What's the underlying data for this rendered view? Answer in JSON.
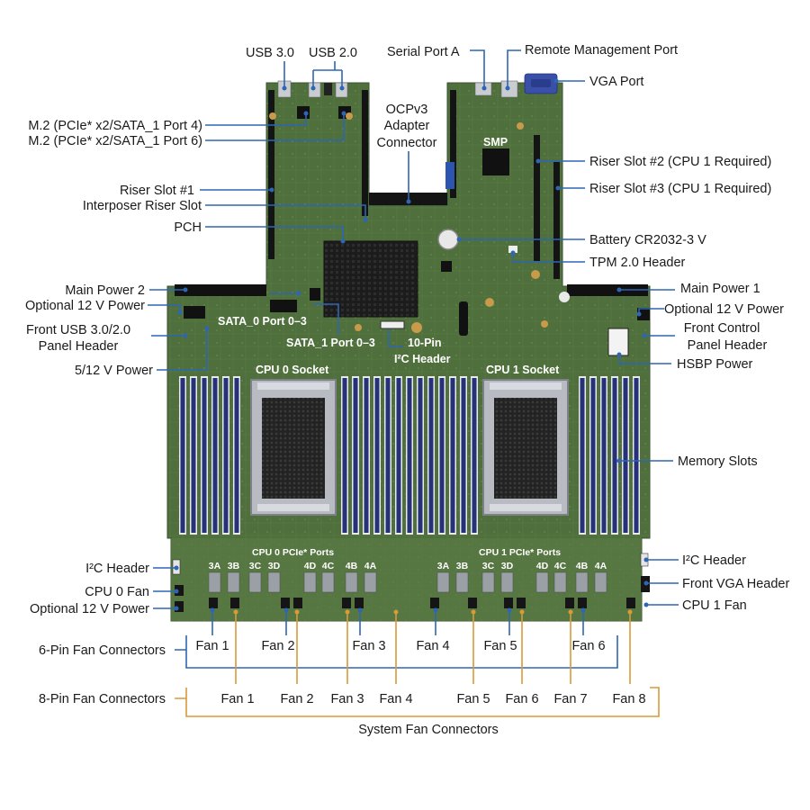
{
  "labels": {
    "usb30": "USB 3.0",
    "usb20": "USB 2.0",
    "serial": "Serial Port A",
    "remote": "Remote Management Port",
    "vga": "VGA Port",
    "m2_4": "M.2 (PCIe* x2/SATA_1 Port 4)",
    "m2_6": "M.2 (PCIe* x2/SATA_1 Port 6)",
    "ocp1": "OCPv3",
    "ocp2": "Adapter",
    "ocp3": "Connector",
    "riser2": "Riser Slot #2 (CPU 1 Required)",
    "riser3": "Riser Slot #3 (CPU 1 Required)",
    "riser1": "Riser Slot #1",
    "interposer": "Interposer Riser Slot",
    "pch": "PCH",
    "battery": "Battery CR2032-3 V",
    "tpm": "TPM 2.0 Header",
    "mainpwr2": "Main Power 2",
    "mainpwr1": "Main Power 1",
    "opt12_l": "Optional 12 V Power",
    "opt12_r": "Optional 12 V Power",
    "frontusb1": "Front USB 3.0/2.0",
    "frontusb2": "Panel Header",
    "frontctl1": "Front Control",
    "frontctl2": "Panel Header",
    "hsbp": "HSBP Power",
    "p512": "5/12 V Power",
    "memory": "Memory Slots",
    "i2c_l": "I²C Header",
    "i2c_r": "I²C Header",
    "cpu0fan": "CPU 0 Fan",
    "cpu1fan": "CPU 1 Fan",
    "opt12_bl": "Optional 12 V Power",
    "frontvga": "Front VGA Header",
    "pin6": "6-Pin Fan Connectors",
    "pin8": "8-Pin Fan Connectors",
    "sysfan": "System Fan Connectors"
  },
  "board_text": {
    "smp": "SMP",
    "sata0": "SATA_0 Port 0–3",
    "sata1": "SATA_1 Port 0–3",
    "tenpin1": "10-Pin",
    "tenpin2": "I²C Header",
    "cpu0": "CPU 0 Socket",
    "cpu1": "CPU 1 Socket",
    "pcie0": "CPU 0 PCIe* Ports",
    "pcie1": "CPU 1 PCIe* Ports",
    "ports0": [
      "3A",
      "3B",
      "3C",
      "3D",
      "4D",
      "4C",
      "4B",
      "4A"
    ],
    "ports1": [
      "3A",
      "3B",
      "3C",
      "3D",
      "4D",
      "4C",
      "4B",
      "4A"
    ]
  },
  "fans6": [
    "Fan 1",
    "Fan 2",
    "Fan 3",
    "Fan 4",
    "Fan 5",
    "Fan 6"
  ],
  "fans8": [
    "Fan 1",
    "Fan 2",
    "Fan 3",
    "Fan 4",
    "Fan 5",
    "Fan 6",
    "Fan 7",
    "Fan 8"
  ],
  "colors": {
    "board": "#4f6f3c",
    "callout_line": "#2f66b3",
    "fan8_line": "#d99a3a",
    "dimm": "#27307a"
  }
}
